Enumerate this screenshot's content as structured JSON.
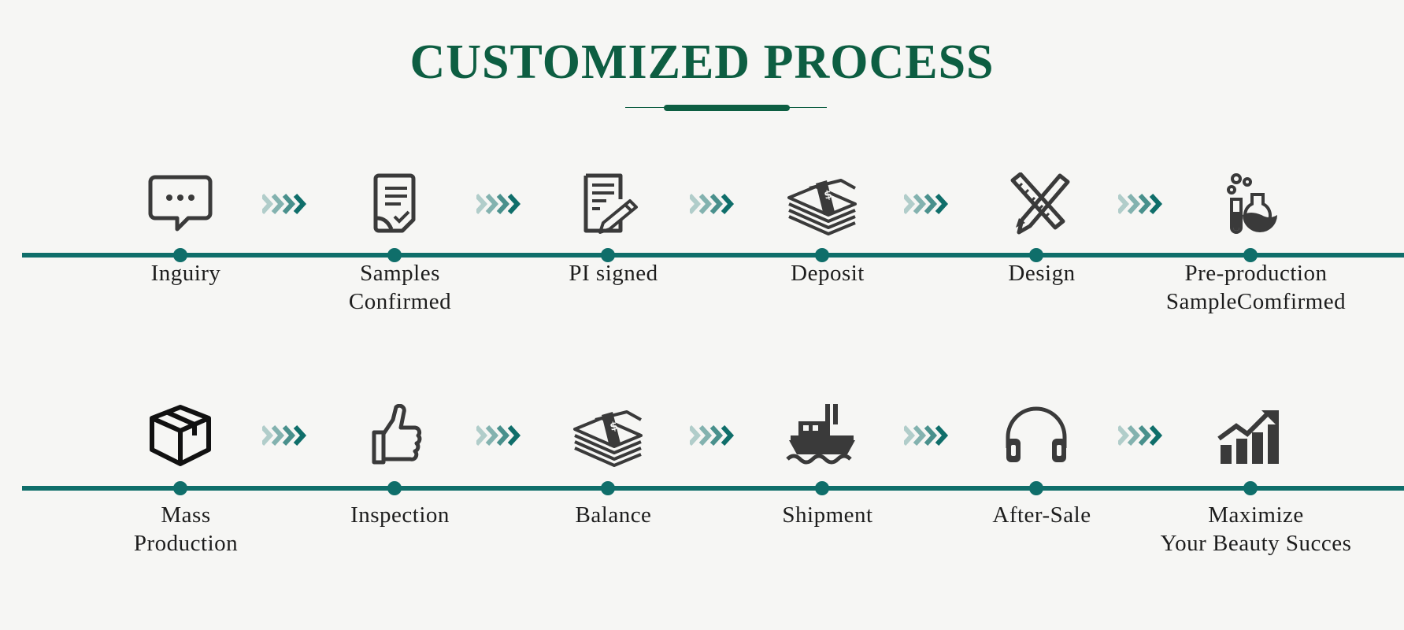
{
  "title": "CUSTOMIZED PROCESS",
  "colors": {
    "accent": "#0d5e42",
    "line": "#0f6e6a",
    "icon": "#3a3a3a",
    "background": "#f6f6f4"
  },
  "rows": [
    {
      "steps": [
        {
          "label": "Inguiry",
          "icon": "speech-bubble-icon"
        },
        {
          "label": "Samples\nConfirmed",
          "icon": "document-check-icon"
        },
        {
          "label": "PI signed",
          "icon": "contract-pen-icon"
        },
        {
          "label": "Deposit",
          "icon": "money-stack-icon"
        },
        {
          "label": "Design",
          "icon": "ruler-pencil-icon"
        },
        {
          "label": "Pre-production\nSampleComfirmed",
          "icon": "lab-flask-icon"
        }
      ]
    },
    {
      "steps": [
        {
          "label": "Mass\nProduction",
          "icon": "box-icon"
        },
        {
          "label": "Inspection",
          "icon": "thumbs-up-icon"
        },
        {
          "label": "Balance",
          "icon": "money-stack-icon"
        },
        {
          "label": "Shipment",
          "icon": "ship-icon"
        },
        {
          "label": "After-Sale",
          "icon": "headphones-icon"
        },
        {
          "label": "Maximize\nYour Beauty Succes",
          "icon": "growth-chart-icon"
        }
      ]
    }
  ]
}
